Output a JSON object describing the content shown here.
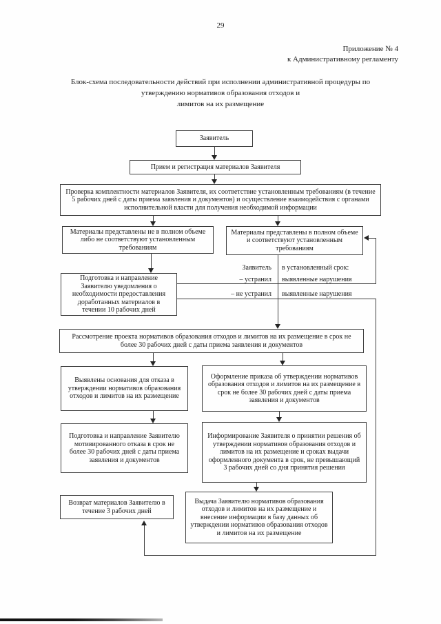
{
  "page": {
    "number": "29",
    "appendix_line1": "Приложение № 4",
    "appendix_line2": "к Административному регламенту",
    "title_line1": "Блок-схема последовательности действий при исполнении административной процедуры по",
    "title_line2": "утверждению нормативов образования отходов и",
    "title_line3": "лимитов на их размещение"
  },
  "flow": {
    "boxes": {
      "applicant": "Заявитель",
      "reception": "Прием и регистрация материалов Заявителя",
      "verification": "Проверка комплектности материалов Заявителя, их соответствие установленным требованиям (в течение 5 рабочих дней с даты приема заявления и документов) и осуществление взаимодействия с органами исполнительной власти для получения необходимой информации",
      "incomplete": "Материалы представлены не в полном объеме либо не соответствуют установленным требованиям",
      "complete": "Материалы представлены в полном объеме и соответствуют установленным требованиям",
      "notice": "Подготовка и направление Заявителю уведомления о необходимости предоставления доработанных материалов в течении 10 рабочих дней",
      "review": "Рассмотрение проекта нормативов образования отходов и лимитов на их размещение в срок не более 30 рабочих дней с даты приема заявления и документов",
      "refusal_grounds": "Выявлены основания для отказа в утверждении нормативов образования отходов и лимитов на их размещение",
      "order": "Оформление приказа об утверждении нормативов образования отходов и лимитов на их размещение в срок не более 30 рабочих дней с даты приема заявления и документов",
      "motivated_refusal": "Подготовка и направление Заявителю мотивированного отказа в срок не более 30 рабочих дней с даты приема заявления и документов",
      "informing": "Информирование Заявителя о принятии решения об утверждении нормативов образования отходов и лимитов на их размещение и сроках выдачи оформленного документа в срок, не превышающий 3 рабочих дней со дня принятия решения",
      "return_materials": "Возврат материалов Заявителю в течение 3 рабочих дней",
      "issuance": "Выдача Заявителю нормативов образования отходов и лимитов на их размещение и внесение информации в базу данных об утверждении нормативов образования отходов и лимитов на их размещение"
    },
    "annotations": {
      "actor": "Заявитель",
      "deadline": "в установленный срок:",
      "fixed": "– устранил",
      "fixed_object": "выявленные нарушения",
      "not_fixed": "– не устранил",
      "not_fixed_object": "выявленные нарушения"
    },
    "colors": {
      "ink": "#1b1b1b",
      "line": "#3d3d3d"
    }
  }
}
